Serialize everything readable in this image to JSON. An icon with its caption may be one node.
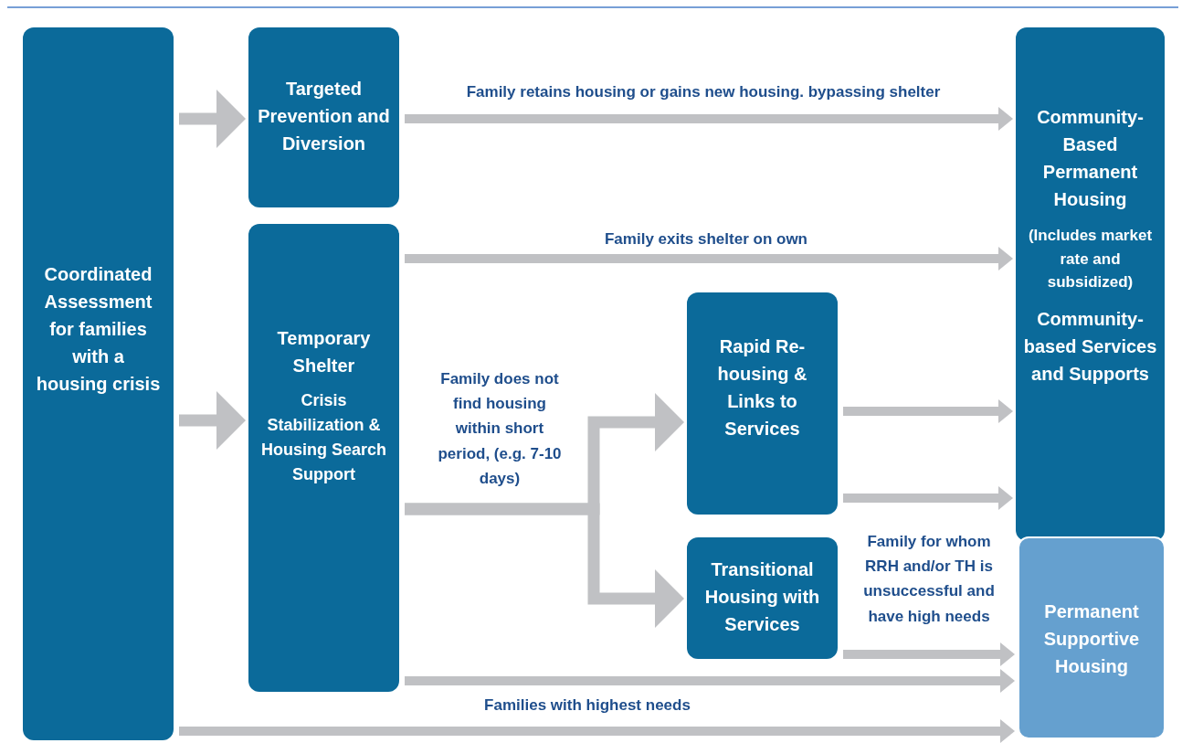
{
  "diagram": {
    "nodes": [
      {
        "text": [
          "Coordinated Assessment for families with a housing crisis"
        ]
      },
      {
        "text": [
          "Targeted Prevention and Diversion"
        ]
      },
      {
        "text": [
          "Temporary Shelter",
          "Crisis Stabilization & Housing Search Support"
        ]
      },
      {
        "text": [
          "Rapid Re-housing & Links to Services"
        ]
      },
      {
        "text": [
          "Transitional Housing with Services"
        ]
      },
      {
        "text": [
          "Community-Based Permanent Housing",
          "(Includes market rate and subsidized)",
          "Community-based Services and Supports"
        ]
      },
      {
        "text": [
          "Permanent Supportive Housing"
        ]
      }
    ],
    "edges": [
      {
        "from": 0,
        "to": 1,
        "arrow": "to"
      },
      {
        "from": 0,
        "to": 2,
        "arrow": "to"
      },
      {
        "from": 1,
        "to": 5,
        "arrow": "to",
        "label": "Family retains housing or gains new housing. bypassing shelter"
      },
      {
        "from": 2,
        "to": 5,
        "arrow": "to",
        "label": "Family exits shelter on own"
      },
      {
        "from": 2,
        "to": 3,
        "arrow": "to",
        "label": "Family does not find housing within short period, (e.g. 7-10 days)"
      },
      {
        "from": 2,
        "to": 4,
        "arrow": "to"
      },
      {
        "from": 3,
        "to": 5,
        "arrow": "to"
      },
      {
        "from": 3,
        "to": 5,
        "arrow": "to"
      },
      {
        "from": 4,
        "to": 6,
        "arrow": "to",
        "label": "Family for whom RRH and/or TH is unsuccessful and have high needs"
      },
      {
        "from": 2,
        "to": 6,
        "arrow": "to"
      },
      {
        "from": 0,
        "to": 6,
        "arrow": "to",
        "label": "Families with highest needs"
      }
    ]
  }
}
